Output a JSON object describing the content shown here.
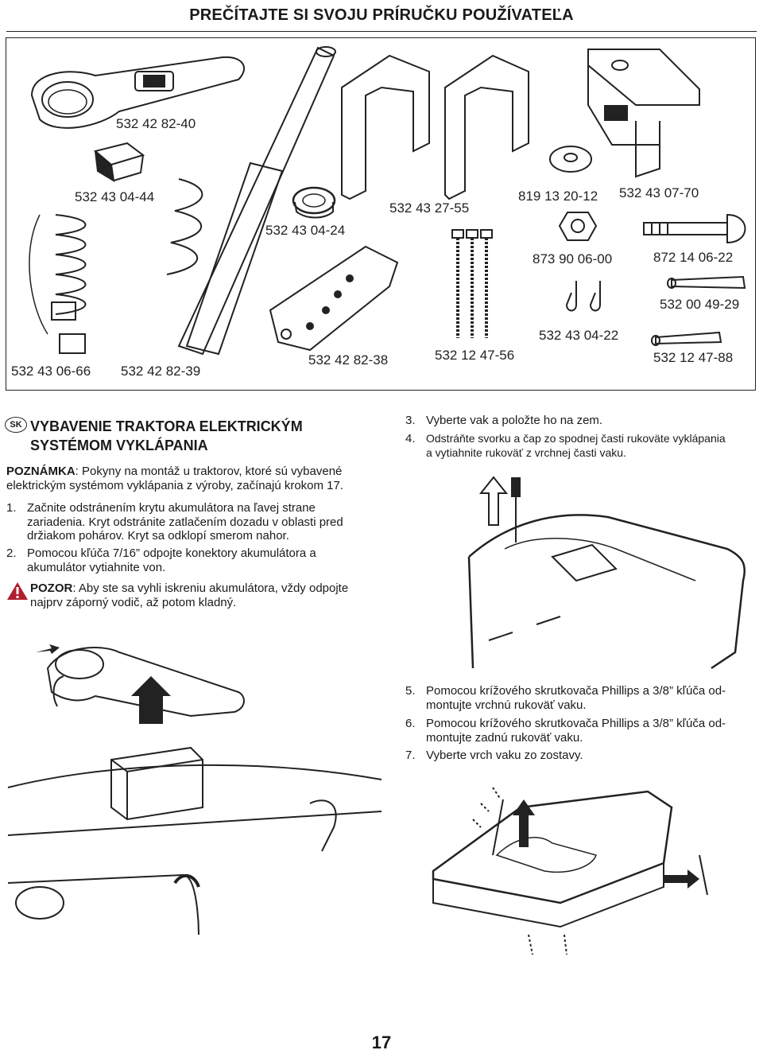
{
  "header": {
    "title": "PREČÍTAJTE SI SVOJU PRÍRUČKU POUŽÍVATEĽA"
  },
  "parts": {
    "p1": "532 42 82-40",
    "p2": "532 43 04-44",
    "p3": "532 43 04-24",
    "p4": "532 43 27-55",
    "p5": "819 13 20-12",
    "p6": "532 43 07-70",
    "p7": "873 90 06-00",
    "p8": "872 14 06-22",
    "p9": "532 00 49-29",
    "p10": "532 43 04-22",
    "p11": "532 43 06-66",
    "p12": "532 42 82-39",
    "p13": "532 42 82-38",
    "p14": "532 12 47-56",
    "p15": "532 12 47-88"
  },
  "section": {
    "lang_badge": "SK",
    "title_line1": "VYBAVENIE TRAKTORA ELEKTRICKÝM",
    "title_line2": "SYSTÉMOM VYKLÁPANIA",
    "note_label": "POZNÁMKA",
    "note_line1": ": Pokyny na montáž u traktorov, ktoré sú vybavené",
    "note_line2": "elektrickým systémom vyklápania z výroby, začínajú krokom 17."
  },
  "steps": [
    {
      "num": "1.",
      "lines": [
        "Začnite odstránením krytu akumulátora na ľavej strane",
        "zariadenia. Kryt odstránite zatlačením dozadu v oblasti pred",
        "držiakom pohárov. Kryt sa odklopí smerom nahor."
      ]
    },
    {
      "num": "2.",
      "lines": [
        "Pomocou kľúča 7/16” odpojte konektory akumulátora a",
        "akumulátor vytiahnite von."
      ]
    },
    {
      "num": "3.",
      "lines": [
        "Vyberte vak a položte ho na zem."
      ]
    },
    {
      "num": "4.",
      "lines": [
        "Odstráňte svorku a čap zo spodnej časti rukoväte vyklápania",
        "a vytiahnite rukoväť z vrchnej časti vaku."
      ]
    },
    {
      "num": "5.",
      "lines": [
        "Pomocou krížového skrutkovača Phillips a 3/8” kľúča od-",
        "montujte vrchnú rukoväť vaku."
      ]
    },
    {
      "num": "6.",
      "lines": [
        "Pomocou krížového skrutkovača Phillips a 3/8” kľúča od-",
        "montujte zadnú rukoväť vaku."
      ]
    },
    {
      "num": "7.",
      "lines": [
        "Vyberte vrch vaku zo zostavy."
      ]
    }
  ],
  "caution": {
    "label": "POZOR",
    "line1": ": Aby ste sa vyhli iskreniu akumulátora, vždy odpojte",
    "line2": "najprv záporný vodič, až potom kladný."
  },
  "page_number": "17"
}
